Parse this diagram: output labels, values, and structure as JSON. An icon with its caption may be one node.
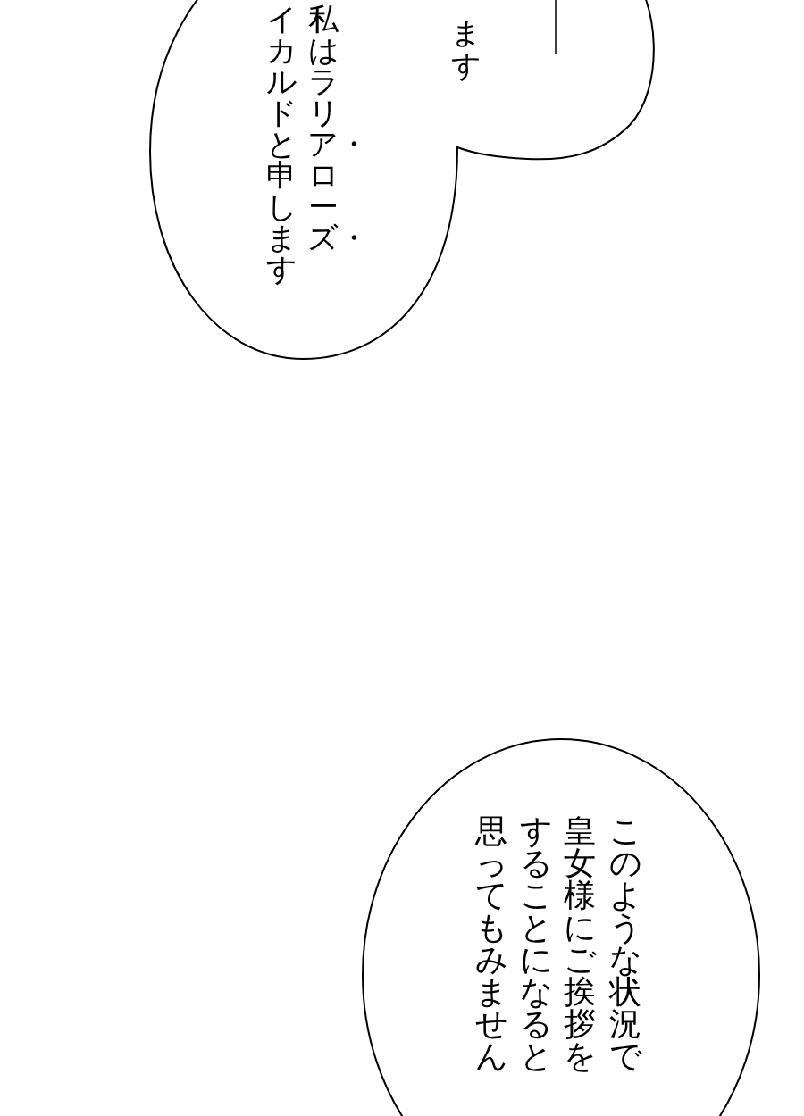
{
  "diagram": {
    "nodes": [
      {
        "text": [
          "私はラリア・ローズ・イカルドと申します",
          "ます"
        ]
      },
      {
        "text": [
          "このような状況で皇女様にご挨拶をすることになると思ってもみません"
        ]
      }
    ]
  }
}
